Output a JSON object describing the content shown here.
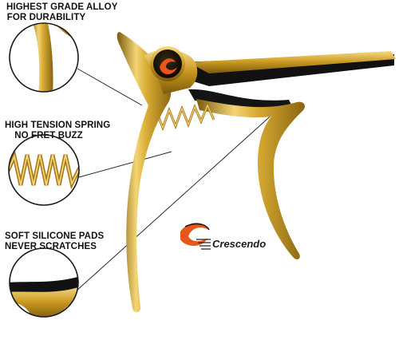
{
  "callouts": [
    {
      "line1": "HIGHEST GRADE ALLOY",
      "line2": "FOR DURABILITY",
      "icon": "alloy-closeup"
    },
    {
      "line1": "HIGH TENSION SPRING",
      "line2": "NO FRET BUZZ",
      "icon": "spring-closeup"
    },
    {
      "line1": "SOFT SILICONE PADS",
      "line2": "NEVER SCRATCHES",
      "icon": "pad-closeup"
    }
  ],
  "brand": {
    "name": "Crescendo",
    "logo": "crescendo-logo"
  },
  "product": {
    "name_icon": "guitar-capo",
    "color": "#c9a227",
    "pad_color": "#111111"
  },
  "colors": {
    "gold": "#d4a92c",
    "gold_dark": "#8a6510",
    "gold_light": "#f7e08a",
    "accent_orange": "#e8561c"
  }
}
